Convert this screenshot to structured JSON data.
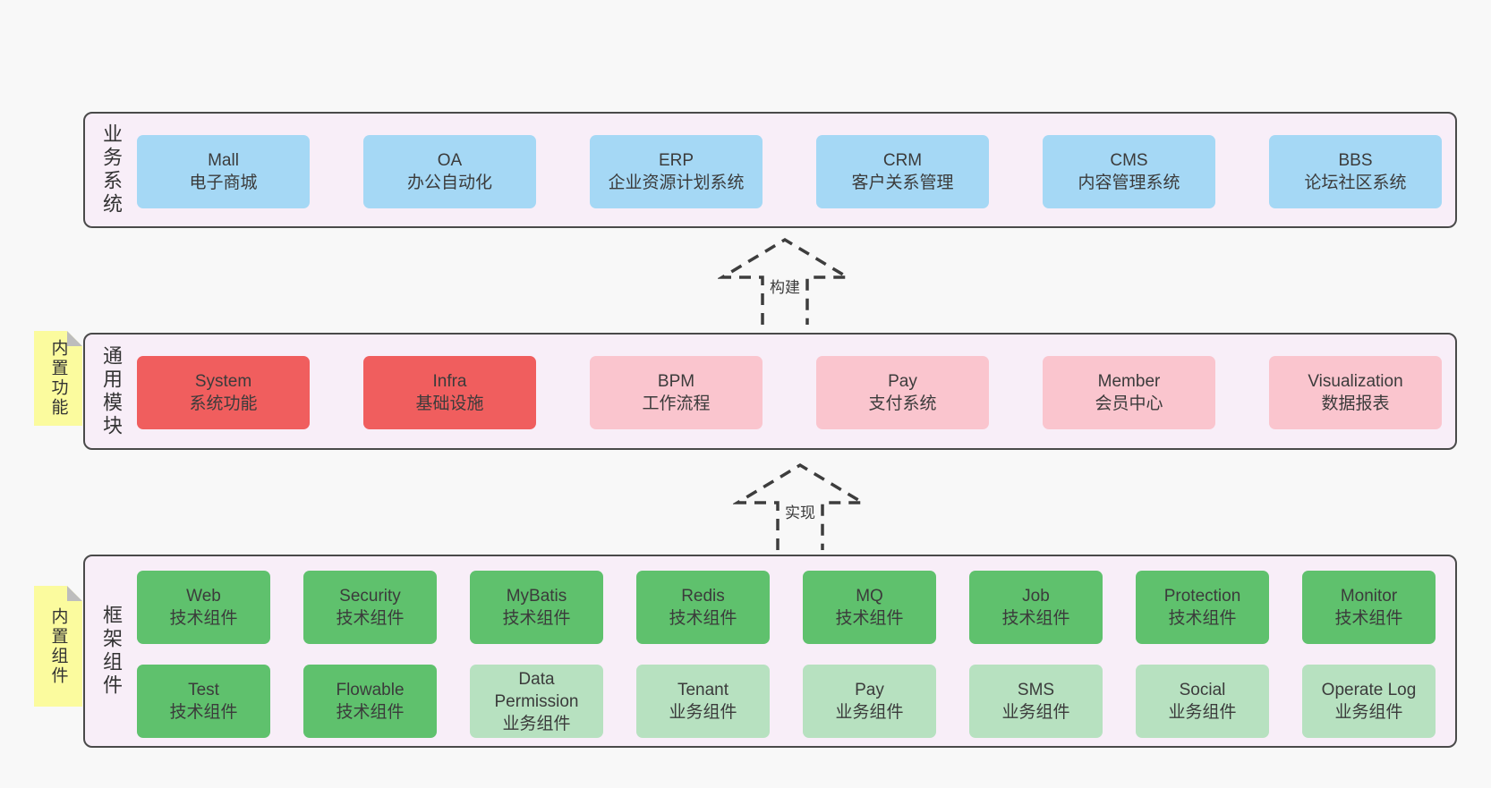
{
  "colors": {
    "page_background": "#f8f8f8",
    "container_background": "#f8eef8",
    "container_border": "#4a4a4a",
    "blue_box": "#a5d8f5",
    "red_box": "#f05e5e",
    "pink_box": "#fac5ce",
    "green_box": "#5fc16d",
    "light_green_box": "#b7e1c0",
    "sticky_note": "#fbfb9e",
    "note_fold": "#bdbdbd",
    "text": "#3b3b3b"
  },
  "arrows": [
    {
      "label": "构建"
    },
    {
      "label": "实现"
    }
  ],
  "layers": [
    {
      "label": "业务系统",
      "rows": [
        [
          {
            "en": "Mall",
            "zh": "电子商城",
            "color": "blue"
          },
          {
            "en": "OA",
            "zh": "办公自动化",
            "color": "blue"
          },
          {
            "en": "ERP",
            "zh": "企业资源计划系统",
            "color": "blue"
          },
          {
            "en": "CRM",
            "zh": "客户关系管理",
            "color": "blue"
          },
          {
            "en": "CMS",
            "zh": "内容管理系统",
            "color": "blue"
          },
          {
            "en": "BBS",
            "zh": "论坛社区系统",
            "color": "blue"
          }
        ]
      ]
    },
    {
      "label": "通用模块",
      "note": "内置功能",
      "rows": [
        [
          {
            "en": "System",
            "zh": "系统功能",
            "color": "red"
          },
          {
            "en": "Infra",
            "zh": "基础设施",
            "color": "red"
          },
          {
            "en": "BPM",
            "zh": "工作流程",
            "color": "pink"
          },
          {
            "en": "Pay",
            "zh": "支付系统",
            "color": "pink"
          },
          {
            "en": "Member",
            "zh": "会员中心",
            "color": "pink"
          },
          {
            "en": "Visualization",
            "zh": "数据报表",
            "color": "pink"
          }
        ]
      ]
    },
    {
      "label": "框架组件",
      "note": "内置组件",
      "rows": [
        [
          {
            "en": "Web",
            "zh": "技术组件",
            "color": "green"
          },
          {
            "en": "Security",
            "zh": "技术组件",
            "color": "green"
          },
          {
            "en": "MyBatis",
            "zh": "技术组件",
            "color": "green"
          },
          {
            "en": "Redis",
            "zh": "技术组件",
            "color": "green"
          },
          {
            "en": "MQ",
            "zh": "技术组件",
            "color": "green"
          },
          {
            "en": "Job",
            "zh": "技术组件",
            "color": "green"
          },
          {
            "en": "Protection",
            "zh": "技术组件",
            "color": "green"
          },
          {
            "en": "Monitor",
            "zh": "技术组件",
            "color": "green"
          }
        ],
        [
          {
            "en": "Test",
            "zh": "技术组件",
            "color": "green"
          },
          {
            "en": "Flowable",
            "zh": "技术组件",
            "color": "green"
          },
          {
            "en": "Data Permission",
            "zh": "业务组件",
            "color": "lightgreen"
          },
          {
            "en": "Tenant",
            "zh": "业务组件",
            "color": "lightgreen"
          },
          {
            "en": "Pay",
            "zh": "业务组件",
            "color": "lightgreen"
          },
          {
            "en": "SMS",
            "zh": "业务组件",
            "color": "lightgreen"
          },
          {
            "en": "Social",
            "zh": "业务组件",
            "color": "lightgreen"
          },
          {
            "en": "Operate Log",
            "zh": "业务组件",
            "color": "lightgreen"
          }
        ]
      ]
    }
  ]
}
